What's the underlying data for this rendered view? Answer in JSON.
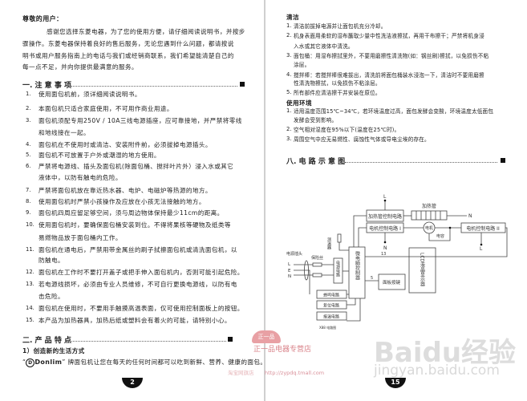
{
  "left": {
    "greeting": "尊敬的用户：",
    "intro": [
      "感谢您选择东菱电器，为了您的使用方便，请仔细阅读说明书，并按步",
      "骤操作。东菱电器保持着良好的售后服务，无论您遇到什么问题，都请按说",
      "明书或用户服务指南上的电话与我们或经销商联系，我们希望能清楚自己的",
      "每一点不足，并向你提供最满意的服务。"
    ],
    "section1_title": "一. 注 意 事 项",
    "items": [
      {
        "n": "1.",
        "lines": [
          "使用面包机前，须详细阅读说明书。"
        ]
      },
      {
        "n": "2.",
        "lines": [
          "本面包机只适合家庭使用，不可用作商业用途。"
        ]
      },
      {
        "n": "3.",
        "lines": [
          "面包机须配专用250V / 10A三线电源插座，应可靠接地，并严禁将零线",
          "和地线接在一起。"
        ]
      },
      {
        "n": "4.",
        "lines": [
          "面包机在不使用时或清洁、安装附件前，必须拔掉电源插头。"
        ]
      },
      {
        "n": "5.",
        "lines": [
          "面包机不可放置于户外或潮湿的地方使用。"
        ]
      },
      {
        "n": "6.",
        "lines": [
          "严禁将电源线、插头及面包机(除面包桶、搅拌叶片外）浸入水或其它",
          "液体中，以防有触电的危险。"
        ]
      },
      {
        "n": "7.",
        "lines": [
          "严禁将面包机放在靠近热水器、电炉、电磁炉等热源的地方。"
        ]
      },
      {
        "n": "8.",
        "lines": [
          "使用面包机时严禁小孩操作及应放在小孩无法接触的地方。"
        ]
      },
      {
        "n": "9.",
        "lines": [
          "面包机四周应留足够空间，须与周边物体保持最少11cm的距离。"
        ]
      },
      {
        "n": "10.",
        "lines": [
          "使用面包机时，要确保面包桶安装到位。不得将果核等硬物及纸类等",
          "易燃物品放于面包桶内工作。"
        ]
      },
      {
        "n": "11.",
        "lines": [
          "面包机在通电后，严禁用带金属丝的刷子拭擦面包机或清洗面包机，以",
          "防触电。"
        ]
      },
      {
        "n": "12.",
        "lines": [
          "面包机在工作时不要打开盖子或把手伸入面包机内，否则可能引起危险。"
        ]
      },
      {
        "n": "13.",
        "lines": [
          "若电源线损坏，必须由专业人员维修，不可自行更换电源线，以防有电",
          "击危险。"
        ]
      },
      {
        "n": "14.",
        "lines": [
          "面包机在使用时，不要用手触摸高温表面，仅可使用控制面板上的按钮。"
        ]
      },
      {
        "n": "15.",
        "lines": [
          "本产品为加热器具，加热后纸或塑料会有着火的可能，请特别小心。"
        ]
      }
    ],
    "section2_title": "二. 产 品 特 点",
    "feature1_title": "1）创造新的生活方式",
    "feature1_brand": "Donlim",
    "feature1_text": "牌面包机让您在每天的任何时间都可以吃到新鲜、营养、健康的面包。",
    "page_number": "2"
  },
  "right": {
    "cleaning_title": "清洁",
    "cleaning": [
      {
        "n": "1.",
        "lines": [
          "清洁前拔掉电源并让面包机充分冷却。"
        ]
      },
      {
        "n": "2.",
        "lines": [
          "机身表面用柔软的湿布蘸取少量中性洗洁液擦拭，再用干布擦干；严禁将机身浸",
          "入水或其它液体中清洗。"
        ]
      },
      {
        "n": "3.",
        "lines": [
          "面包桶：用湿布擦拭里外，不要用磨擦性清洗物(如：钢丝刷)擦拭，以免损伤不粘",
          "涂层。"
        ]
      },
      {
        "n": "4.",
        "lines": [
          "搅拌棒：若搅拌棒很难拔出，清洗前将面包桶装水浸泡一下，清洁时不要用磨擦",
          "性清洗物擦拭，以免损伤不粘涂层。"
        ]
      },
      {
        "n": "5.",
        "lines": [
          "所有部件应清洁擦干并安装在原位。"
        ]
      }
    ],
    "env_title": "使用环境",
    "env": [
      {
        "n": "1.",
        "lines": [
          "适用温度范围15℃~34℃，若环境温度过高，面包发酵会变酸，环境温度太低面包",
          "发酵会受到影响。"
        ]
      },
      {
        "n": "2.",
        "lines": [
          "空气相对湿度在95%以下(温度在25℃时)。"
        ]
      },
      {
        "n": "3.",
        "lines": [
          "周围空气中应无易燃性、腐蚀性气体或导电尘埃的存在。"
        ]
      }
    ],
    "section_title": "八. 电 路 示 意 图",
    "diagram": {
      "heater_control": "加热管控制电路",
      "heater": "加热管",
      "motor_control_1": "电机控制电路 I",
      "motor": "电机",
      "capacitor": "电容",
      "motor_control_2": "电机控制电路 II",
      "sensor": "测温器",
      "mcu": "微电脑控制器",
      "lcd": "LCD液晶显示器",
      "keypad": "面板按键",
      "plug": "电源插头",
      "fuse": "保险丝",
      "power": "电源电路",
      "buzzer": "蜂鸣电路",
      "reset": "复位电路",
      "temp": "报温电路",
      "L": "L",
      "N": "N",
      "E": "E",
      "wire13": "13",
      "wire5": "5",
      "caption": "X88 电路图"
    },
    "page_number": "15"
  },
  "watermarks": {
    "store_name": "正一品电器专营店",
    "store_url": "http://zypdq.tmall.com",
    "store_sub": "淘宝网旗店",
    "store_logo": "正一品",
    "baidu": "Baidu经验",
    "baidu_url": "jingyan.baidu.com"
  }
}
